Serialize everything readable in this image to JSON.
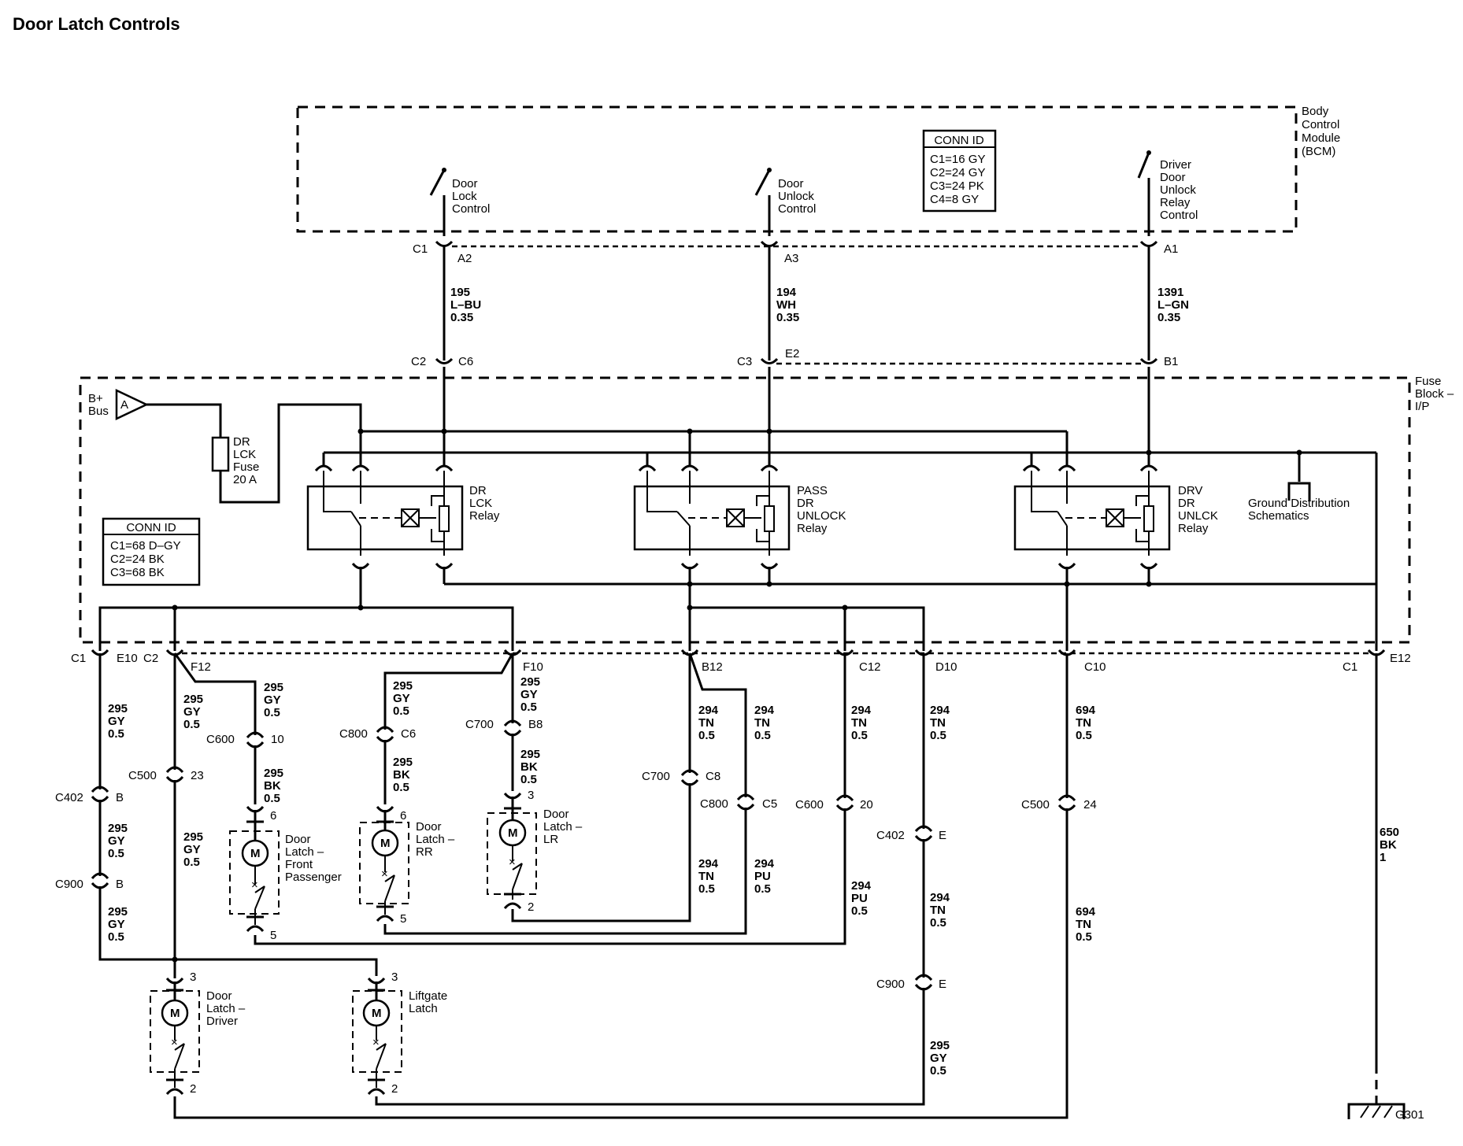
{
  "title": "Door Latch Controls",
  "bcm": {
    "name": [
      "Body",
      "Control",
      "Module",
      "(BCM)"
    ],
    "conn_id": {
      "header": "CONN ID",
      "rows": [
        "C1=16 GY",
        "C2=24 GY",
        "C3=24 PK",
        "C4=8 GY"
      ]
    },
    "switches": [
      {
        "label": [
          "Door",
          "Lock",
          "Control"
        ]
      },
      {
        "label": [
          "Door",
          "Unlock",
          "Control"
        ]
      },
      {
        "label": [
          "Driver",
          "Door",
          "Unlock",
          "Relay",
          "Control"
        ]
      }
    ]
  },
  "fuse_block": {
    "name": [
      "Fuse",
      "Block –",
      "I/P"
    ],
    "bplus": [
      "B+",
      "Bus"
    ],
    "bplus_marker": "A",
    "fuse": [
      "DR",
      "LCK",
      "Fuse",
      "20 A"
    ],
    "conn_id": {
      "header": "CONN ID",
      "rows": [
        "C1=68 D–GY",
        "C2=24 BK",
        "C3=68 BK"
      ]
    },
    "relays": [
      {
        "label": [
          "DR",
          "LCK",
          "Relay"
        ]
      },
      {
        "label": [
          "PASS",
          "DR",
          "UNLOCK",
          "Relay"
        ]
      },
      {
        "label": [
          "DRV",
          "DR",
          "UNLCK",
          "Relay"
        ]
      }
    ],
    "ground_dist": [
      "Ground Distribution",
      "Schematics"
    ]
  },
  "connectors": {
    "bcm_c1": "C1",
    "a2": "A2",
    "a3": "A3",
    "a1": "A1",
    "fb_c2": "C2",
    "c6": "C6",
    "fb_c3": "C3",
    "e2": "E2",
    "b1": "B1",
    "bot_c1": "C1",
    "e10": "E10",
    "bot_c2": "C2",
    "f12": "F12",
    "f10": "F10",
    "b12": "B12",
    "c12": "C12",
    "d10": "D10",
    "c10": "C10",
    "bot_c1r": "C1",
    "e12": "E12",
    "c600_a": "C600",
    "c600_a_pin": "10",
    "c800_a": "C800",
    "c800_a_pin": "C6",
    "c700_a": "C700",
    "c700_a_pin": "B8",
    "c500_a": "C500",
    "c500_a_pin": "23",
    "c402_a": "C402",
    "c402_a_pin": "B",
    "c900_a": "C900",
    "c900_a_pin": "B",
    "c700_b": "C700",
    "c700_b_pin": "C8",
    "c800_b": "C800",
    "c800_b_pin": "C5",
    "c600_b": "C600",
    "c600_b_pin": "20",
    "c500_b": "C500",
    "c500_b_pin": "24",
    "c402_b": "C402",
    "c402_b_pin": "E",
    "c900_b": "C900",
    "c900_b_pin": "E"
  },
  "wires": {
    "w195": [
      "195",
      "L–BU",
      "0.35"
    ],
    "w194": [
      "194",
      "WH",
      "0.35"
    ],
    "w1391": [
      "1391",
      "L–GN",
      "0.35"
    ],
    "gy_a": [
      "295",
      "GY",
      "0.5"
    ],
    "gy_b": [
      "295",
      "GY",
      "0.5"
    ],
    "gy_c": [
      "295",
      "GY",
      "0.5"
    ],
    "gy_d": [
      "295",
      "GY",
      "0.5"
    ],
    "gy_e": [
      "295",
      "GY",
      "0.5"
    ],
    "gy_f": [
      "295",
      "GY",
      "0.5"
    ],
    "gy_g": [
      "295",
      "GY",
      "0.5"
    ],
    "gy_h": [
      "295",
      "GY",
      "0.5"
    ],
    "gy_i": [
      "295",
      "GY",
      "0.5"
    ],
    "bk_a": [
      "295",
      "BK",
      "0.5"
    ],
    "bk_b": [
      "295",
      "BK",
      "0.5"
    ],
    "bk_c": [
      "295",
      "BK",
      "0.5"
    ],
    "tn_a": [
      "294",
      "TN",
      "0.5"
    ],
    "tn_b": [
      "294",
      "TN",
      "0.5"
    ],
    "tn_c": [
      "294",
      "TN",
      "0.5"
    ],
    "tn_d": [
      "294",
      "TN",
      "0.5"
    ],
    "tn_e": [
      "294",
      "TN",
      "0.5"
    ],
    "tn_f": [
      "294",
      "TN",
      "0.5"
    ],
    "pu_a": [
      "294",
      "PU",
      "0.5"
    ],
    "pu_b": [
      "294",
      "PU",
      "0.5"
    ],
    "tn694_a": [
      "694",
      "TN",
      "0.5"
    ],
    "tn694_b": [
      "694",
      "TN",
      "0.5"
    ],
    "bk650": [
      "650",
      "BK",
      "1"
    ]
  },
  "latches": {
    "front_pass": {
      "label": [
        "Door",
        "Latch –",
        "Front",
        "Passenger"
      ],
      "pin_top": "6",
      "pin_bot": "5"
    },
    "rr": {
      "label": [
        "Door",
        "Latch –",
        "RR"
      ],
      "pin_top": "6",
      "pin_bot": "5"
    },
    "lr": {
      "label": [
        "Door",
        "Latch –",
        "LR"
      ],
      "pin_top": "3",
      "pin_bot": "2"
    },
    "driver": {
      "label": [
        "Door",
        "Latch –",
        "Driver"
      ],
      "pin_top": "3",
      "pin_bot": "2"
    },
    "liftgate": {
      "label": [
        "Liftgate",
        "Latch"
      ],
      "pin_top": "3",
      "pin_bot": "2"
    }
  },
  "motor_symbol": "M",
  "ground": "G301"
}
